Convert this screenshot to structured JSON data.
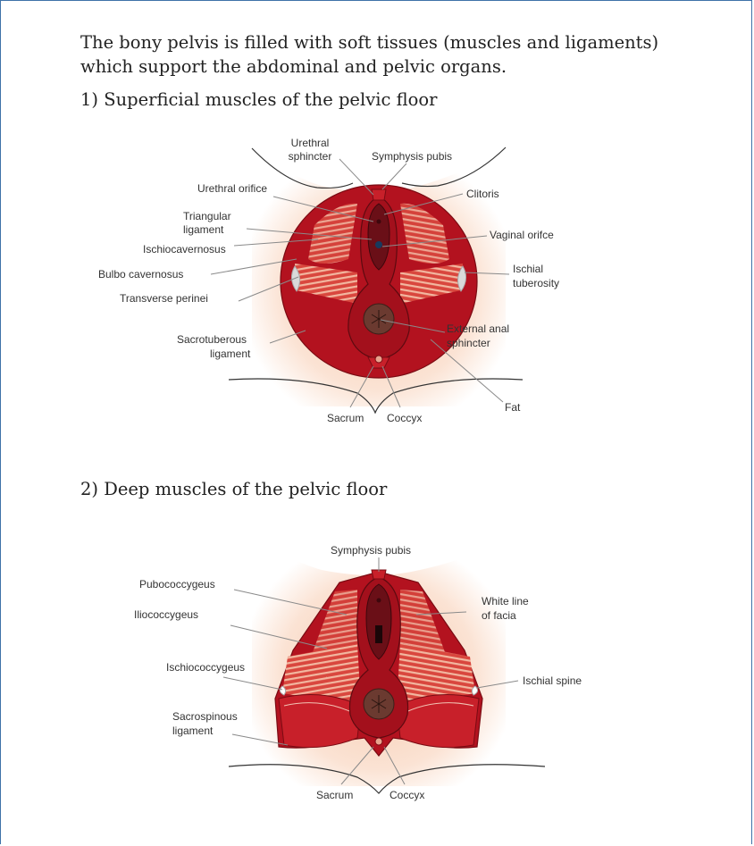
{
  "intro": {
    "text": "The bony pelvis is filled with soft tissues (muscles and ligaments) which support the abdominal and pelvic organs."
  },
  "section1": {
    "heading": "1) Superficial muscles of the pelvic floor",
    "labels": {
      "urethral_sphincter_1": "Urethral",
      "urethral_sphincter_2": "sphincter",
      "symphysis_pubis": "Symphysis pubis",
      "urethral_orifice": "Urethral orifice",
      "clitoris": "Clitoris",
      "triangular_ligament_1": "Triangular",
      "triangular_ligament_2": "ligament",
      "vaginal_orifice": "Vaginal orifce",
      "ischiocavernosus": "Ischiocavernosus",
      "bulbo_cavernosus": "Bulbo cavernosus",
      "ischial_tuberosity_1": "Ischial",
      "ischial_tuberosity_2": "tuberosity",
      "transverse_perinei": "Transverse perinei",
      "sacrotuberous_1": "Sacrotuberous",
      "sacrotuberous_2": "ligament",
      "external_anal_1": "External anal",
      "external_anal_2": "sphincter",
      "fat": "Fat",
      "sacrum": "Sacrum",
      "coccyx": "Coccyx"
    }
  },
  "section2": {
    "heading": "2) Deep muscles of the pelvic floor",
    "labels": {
      "symphysis_pubis": "Symphysis pubis",
      "pubococcygeus": "Pubococcygeus",
      "white_line_1": "White line",
      "white_line_2": "of facia",
      "iliococcygeus": "Iliococcygeus",
      "ischiococcygeus": "Ischiococcygeus",
      "ischial_spine": "Ischial spine",
      "sacrospinous_1": "Sacrospinous",
      "sacrospinous_2": "ligament",
      "sacrum": "Sacrum",
      "coccyx": "Coccyx"
    }
  },
  "colors": {
    "muscle_dark": "#b3121f",
    "muscle_mid": "#c8202a",
    "muscle_stripe": "#e8a48e",
    "skin": "#fbe2d2",
    "anus": "#6b3a30",
    "bone": "#d9d9d9",
    "frame": "#3f72a8"
  }
}
